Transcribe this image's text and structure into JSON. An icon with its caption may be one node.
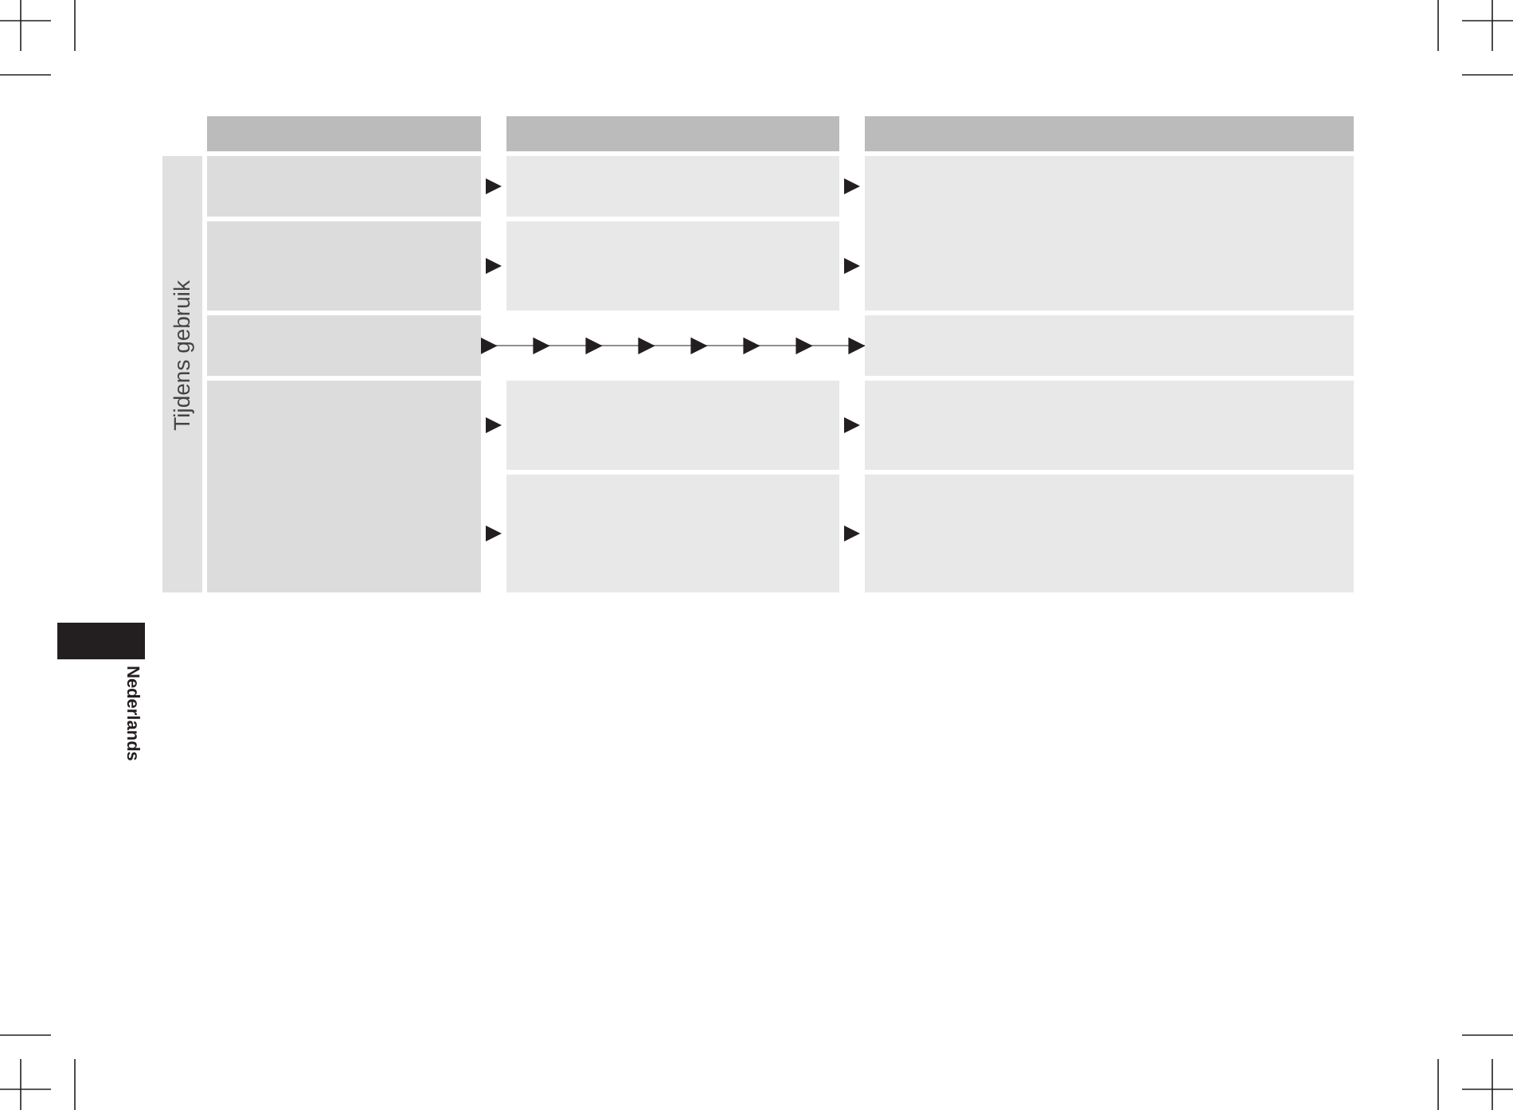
{
  "diagram": {
    "nodes": [
      {
        "text": [],
        "shape": "box"
      },
      {
        "text": [],
        "shape": "box"
      },
      {
        "text": [],
        "shape": "box"
      },
      {
        "text": [
          "Tijdens gebruik"
        ]
      },
      {
        "text": [],
        "shape": "box"
      },
      {
        "text": [],
        "shape": "box"
      },
      {
        "text": [],
        "shape": "box"
      },
      {
        "text": [],
        "shape": "box"
      },
      {
        "text": [],
        "shape": "box"
      },
      {
        "text": [],
        "shape": "box"
      },
      {
        "text": [],
        "shape": "box"
      },
      {
        "text": [],
        "shape": "box"
      },
      {
        "text": [],
        "shape": "box"
      },
      {
        "text": [],
        "shape": "box"
      },
      {
        "text": [],
        "shape": "box"
      },
      {
        "text": [],
        "shape": "box"
      },
      {
        "text": [],
        "shape": "box",
        "beside": [
          "Nederlands"
        ]
      }
    ],
    "edges": [
      {
        "from": 4,
        "to": 5,
        "arrow": "to"
      },
      {
        "from": 5,
        "to": 6,
        "arrow": "to"
      },
      {
        "from": 7,
        "to": 8,
        "arrow": "to"
      },
      {
        "from": 8,
        "to": 6,
        "arrow": "to"
      },
      {
        "from": 9,
        "to": 10,
        "arrow": "to"
      },
      {
        "from": 11,
        "to": 12,
        "arrow": "to"
      },
      {
        "from": 12,
        "to": 13,
        "arrow": "to"
      },
      {
        "from": 11,
        "to": 14,
        "arrow": "to"
      },
      {
        "from": 14,
        "to": 15,
        "arrow": "to"
      }
    ]
  }
}
